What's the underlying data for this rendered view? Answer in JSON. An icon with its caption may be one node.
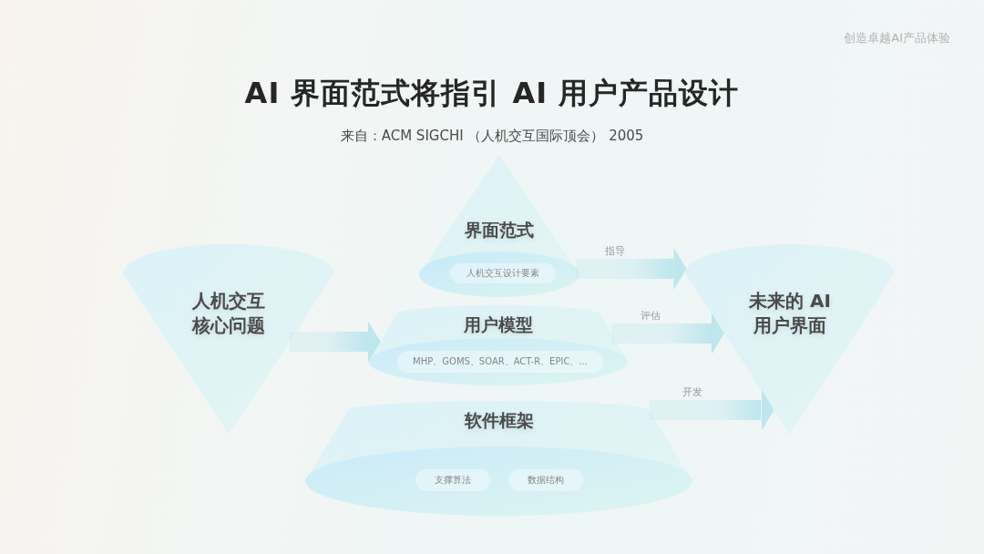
{
  "diagram": {
    "title": "AI 界面范式将指引 AI 用户产品设计",
    "nodes": [
      {
        "text": [
          "人机交互核心问题"
        ]
      },
      {
        "text": [
          "界面范式"
        ]
      },
      {
        "text": [
          "人机交互设计要素"
        ],
        "in": 1
      },
      {
        "text": [
          "用户模型"
        ]
      },
      {
        "text": [
          "MHP、GOMS、SOAR、ACT-R、EPIC、..."
        ],
        "in": 3
      },
      {
        "text": [
          "软件框架"
        ]
      },
      {
        "text": [
          "支撑算法"
        ],
        "in": 5
      },
      {
        "text": [
          "数据结构"
        ],
        "in": 5
      },
      {
        "text": [
          "未来的 AI 用户界面"
        ]
      }
    ],
    "edges": [
      {
        "from": 0,
        "to": 3,
        "arrow": "to"
      },
      {
        "from": 1,
        "to": 8,
        "arrow": "to",
        "label": "指导"
      },
      {
        "from": 3,
        "to": 8,
        "arrow": "to",
        "label": "评估"
      },
      {
        "from": 5,
        "to": 8,
        "arrow": "to",
        "label": "开发"
      }
    ],
    "labels": [
      "创造卓越AI产品体验",
      "来自：ACM SIGCHI （人机交互国际顶会） 2005"
    ]
  }
}
